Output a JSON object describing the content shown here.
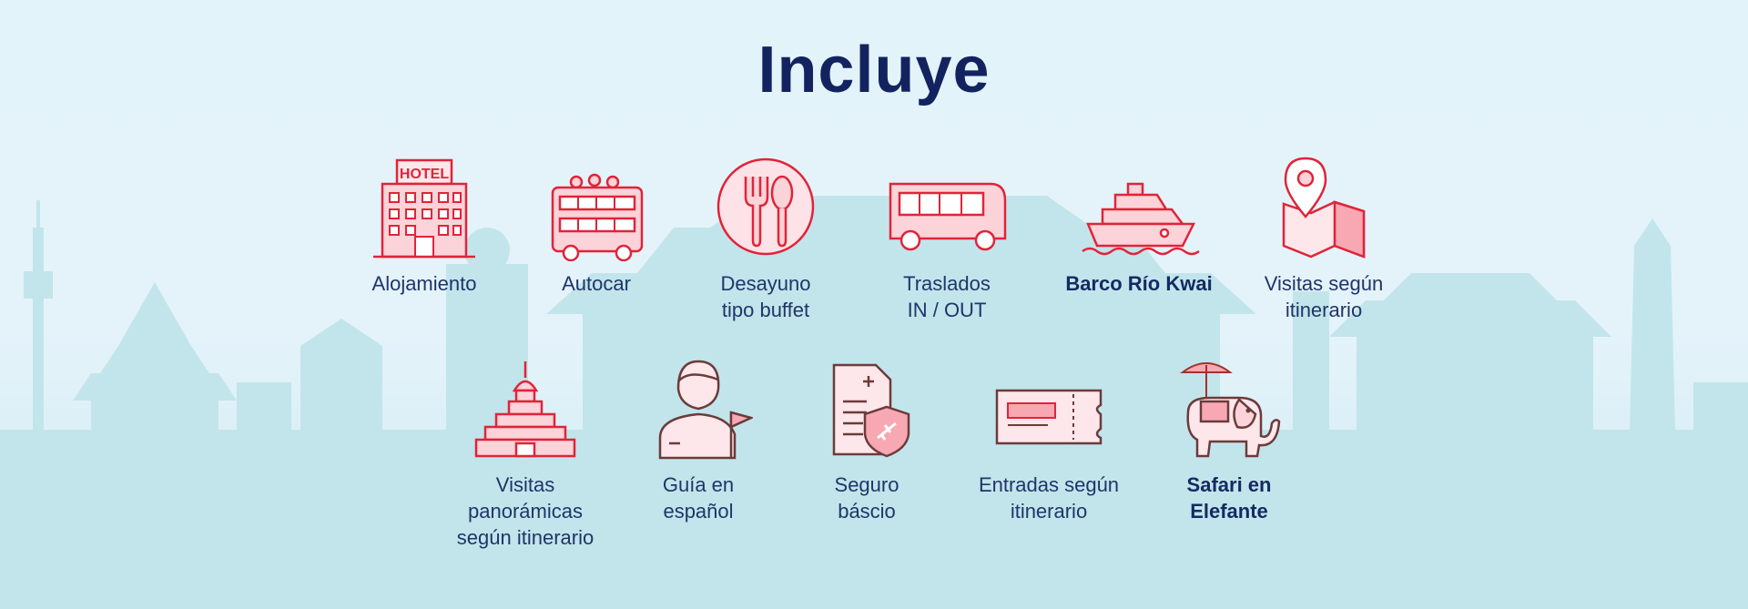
{
  "title": "Incluye",
  "colors": {
    "title": "#13235f",
    "icon_stroke": "#e0243a",
    "icon_fill": "#fbd3d8",
    "label": "#1f3569",
    "skyline": "#bfe3ea"
  },
  "items": [
    {
      "label": "Alojamiento",
      "icon": "hotel-icon",
      "sign": "HOTEL"
    },
    {
      "label": "Autocar",
      "icon": "double-decker-bus-icon"
    },
    {
      "label": "Desayuno\ntipo buffet",
      "icon": "fork-spoon-icon"
    },
    {
      "label": "Traslados\nIN / OUT",
      "icon": "bus-icon"
    },
    {
      "label": "Barco Río Kwai",
      "icon": "boat-icon"
    },
    {
      "label": "Visitas según\nitinerario",
      "icon": "map-pin-icon"
    },
    {
      "label": "Visitas\npanorámicas\nsegún itinerario",
      "icon": "stupa-temple-icon"
    },
    {
      "label": "Guía en\nespañol",
      "icon": "guide-with-flag-icon"
    },
    {
      "label": "Seguro\nbáscio",
      "icon": "insurance-document-icon"
    },
    {
      "label": "Entradas según\nitinerario",
      "icon": "ticket-icon"
    },
    {
      "label": "Safari en\nElefante",
      "icon": "elephant-icon"
    }
  ]
}
